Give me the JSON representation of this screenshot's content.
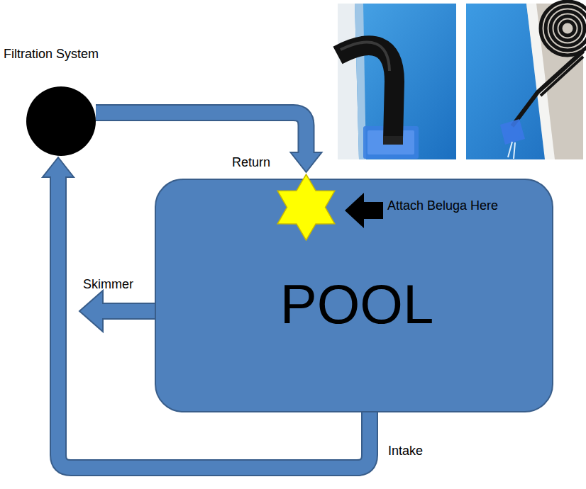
{
  "diagram": {
    "nodes": [
      {
        "text": [
          "Filtration System"
        ]
      },
      {
        "text": [
          "Return"
        ]
      },
      {
        "text": [
          "POOL"
        ]
      }
    ],
    "edges": [
      {
        "from": 0,
        "to": 1,
        "arrow": "to"
      },
      {
        "from": 2,
        "to": 0,
        "label": "Intake",
        "arrow": "to"
      }
    ],
    "labels": [
      "Skimmer",
      "Attach Beluga Here"
    ]
  }
}
